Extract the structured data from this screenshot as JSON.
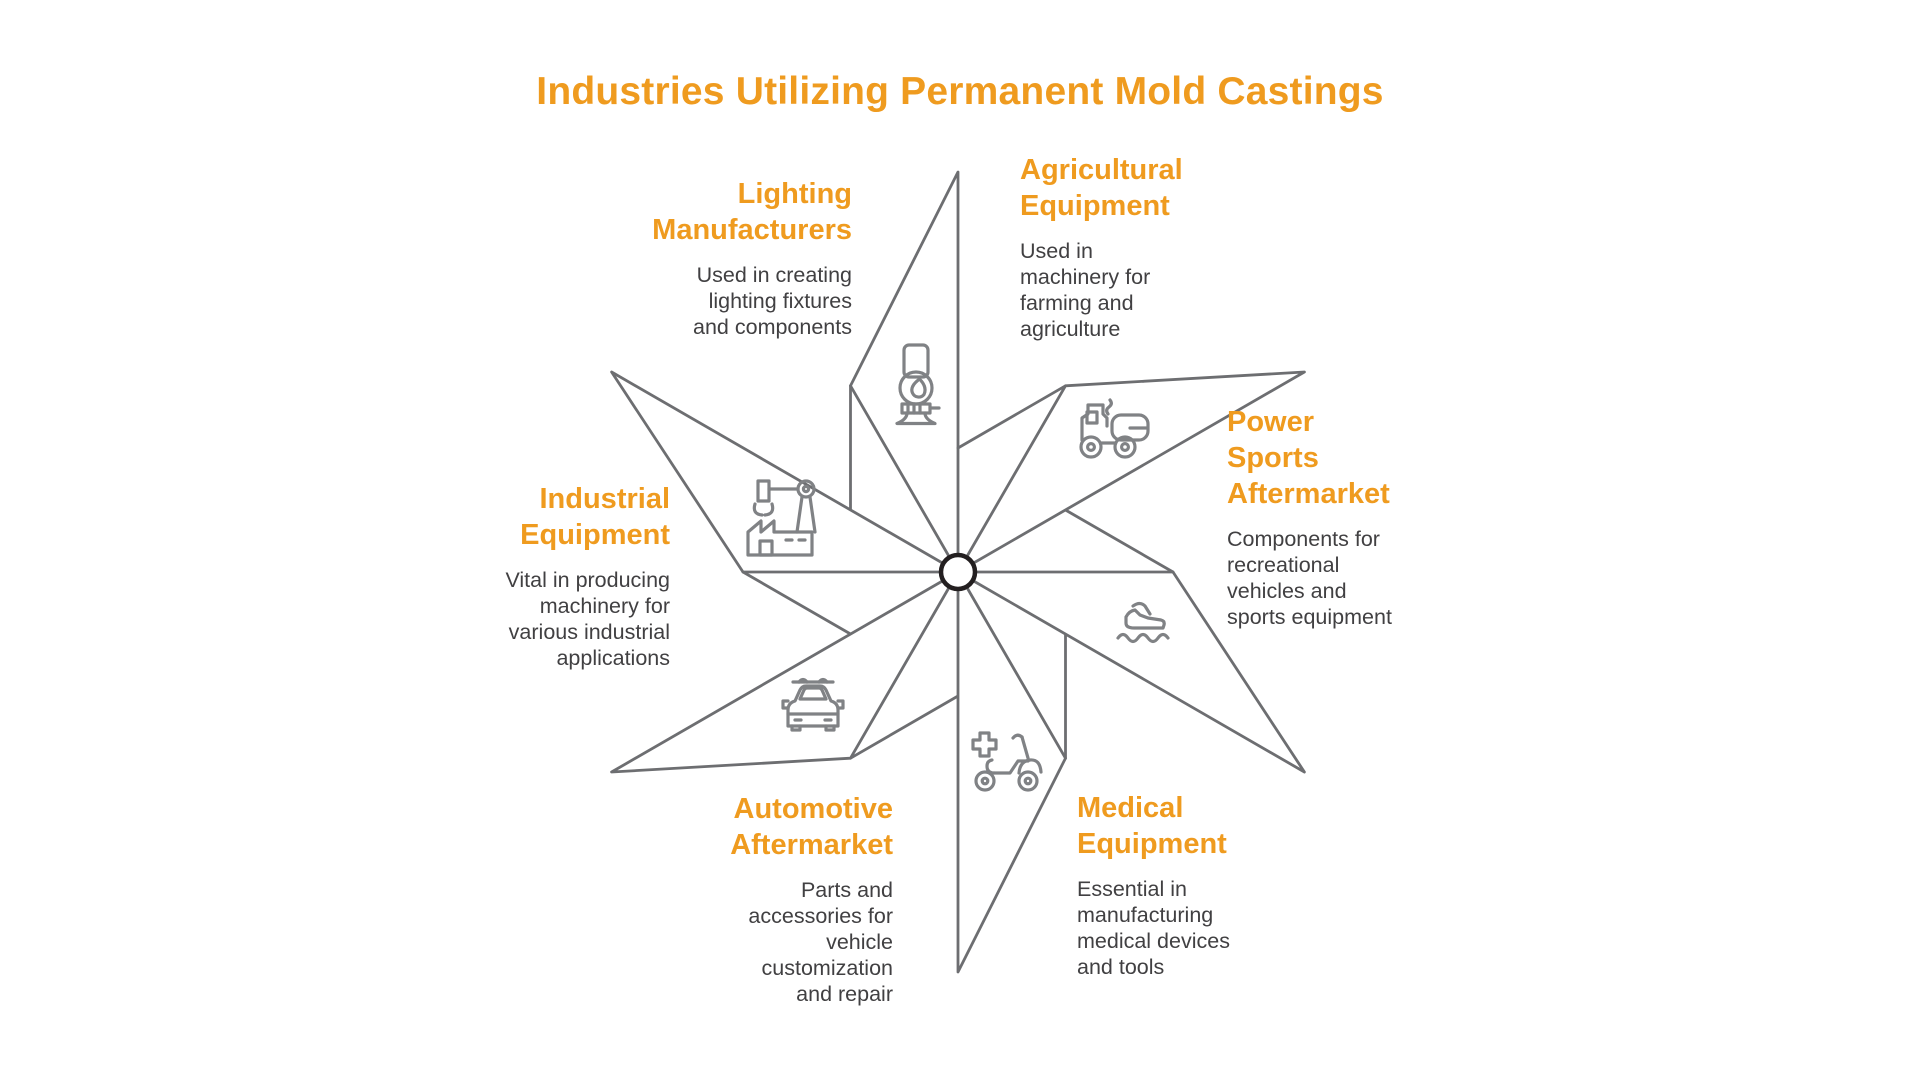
{
  "title": "Industries Utilizing Permanent Mold Castings",
  "colors": {
    "accent": "#EF9B1F",
    "body_text": "#414042",
    "blade_line": "#6D6E71",
    "icon_line": "#808285",
    "hub_stroke": "#231F20",
    "background": "#FFFFFF"
  },
  "diagram": {
    "type": "pinwheel",
    "blade_count": 6
  },
  "segments": [
    {
      "id": "lighting-manufacturers",
      "title": "Lighting\nManufacturers",
      "description": "Used in creating\nlighting fixtures\nand components",
      "icon": "oil-lamp-icon",
      "position": "top-left",
      "text_align": "right"
    },
    {
      "id": "agricultural-equipment",
      "title": "Agricultural\nEquipment",
      "description": "Used in\nmachinery for\nfarming and\nagriculture",
      "icon": "tractor-icon",
      "position": "top-right",
      "text_align": "left"
    },
    {
      "id": "power-sports-aftermarket",
      "title": "Power\nSports\nAftermarket",
      "description": "Components for\nrecreational\nvehicles and\nsports equipment",
      "icon": "jet-ski-icon",
      "position": "right",
      "text_align": "left"
    },
    {
      "id": "medical-equipment",
      "title": "Medical\nEquipment",
      "description": "Essential in\nmanufacturing\nmedical devices\nand tools",
      "icon": "medical-scooter-icon",
      "position": "bottom-right",
      "text_align": "left"
    },
    {
      "id": "automotive-aftermarket",
      "title": "Automotive\nAftermarket",
      "description": "Parts and\naccessories for\nvehicle\ncustomization\nand repair",
      "icon": "car-icon",
      "position": "bottom-left",
      "text_align": "right"
    },
    {
      "id": "industrial-equipment",
      "title": "Industrial\nEquipment",
      "description": "Vital in producing\nmachinery for\nvarious industrial\napplications",
      "icon": "factory-crane-icon",
      "position": "left",
      "text_align": "right"
    }
  ]
}
